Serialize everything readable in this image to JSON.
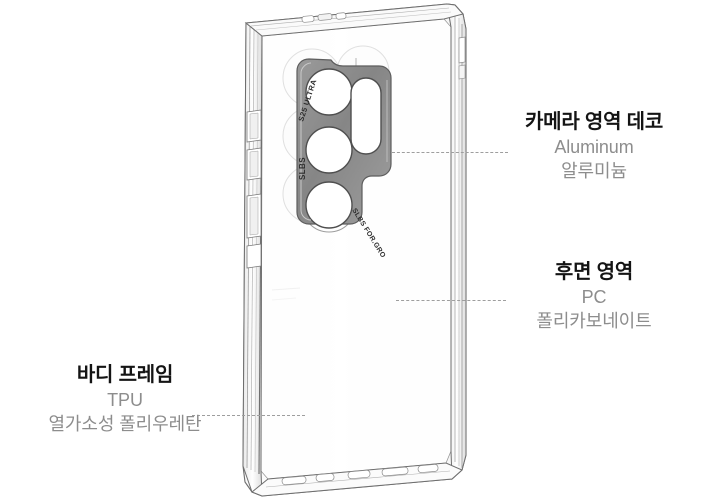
{
  "scene": {
    "background_color": "#ffffff",
    "product": "transparent phone case, rear three-quarter view",
    "illustration_line_color": "#6f6f6f",
    "deco_fill_color": "#8c8c8c"
  },
  "callouts": [
    {
      "id": "camera",
      "title": "카메라 영역 데코",
      "material_en": "Aluminum",
      "material_ko": "알루미늄"
    },
    {
      "id": "back",
      "title": "후면 영역",
      "material_en": "PC",
      "material_ko": "폴리카보네이트"
    },
    {
      "id": "frame",
      "title": "바디 프레임",
      "material_en": "TPU",
      "material_ko": "열가소성 폴리우레탄"
    }
  ],
  "deco_engraving": {
    "upper": "S25 ULTRA",
    "middle": "SLBS",
    "lower": "SLBS FOR.GRO"
  },
  "colors": {
    "title_text": "#141414",
    "sub_text": "#8d8d8d",
    "leader_line": "#9e9e9e"
  }
}
